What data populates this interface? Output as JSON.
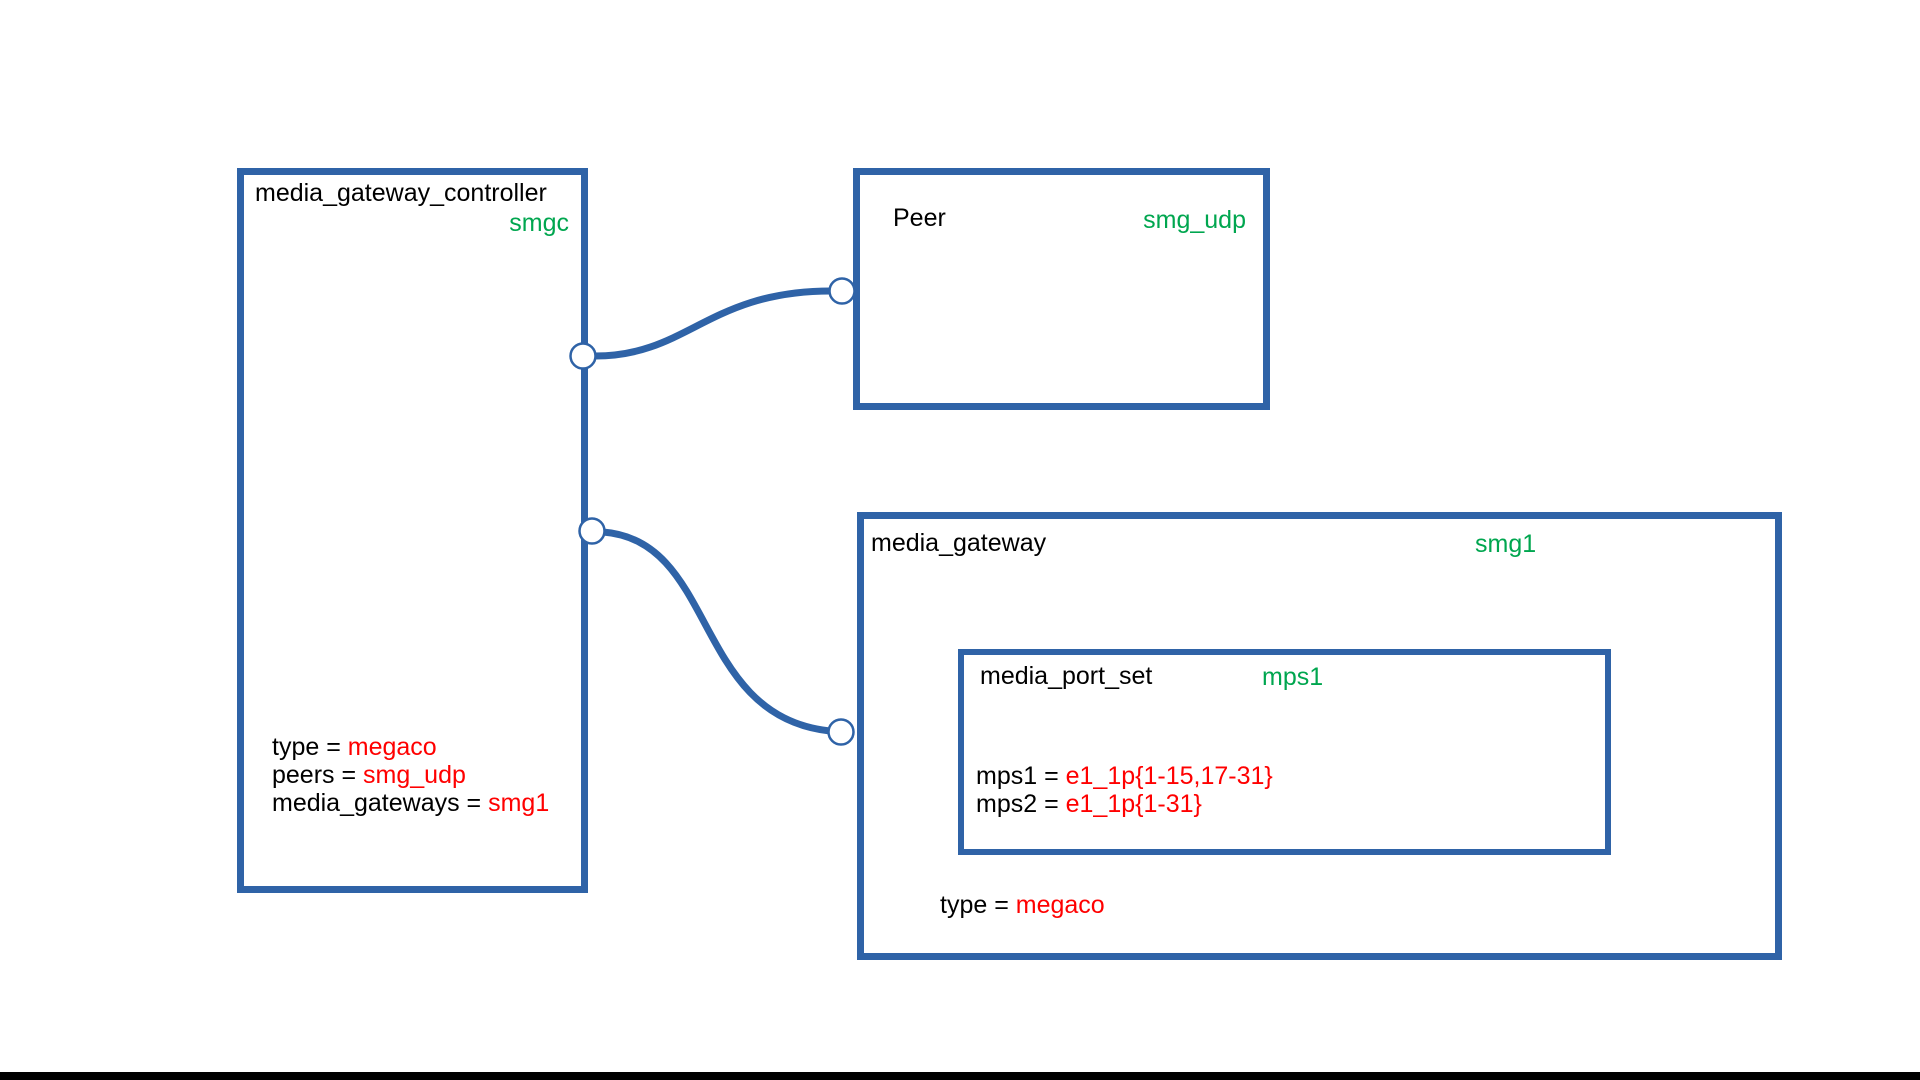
{
  "diagram": {
    "mgc": {
      "title": "media_gateway_controller",
      "instance": "smgc",
      "attrs": [
        {
          "label": "type = ",
          "value": "megaco"
        },
        {
          "label": "peers = ",
          "value": "smg_udp"
        },
        {
          "label": "media_gateways = ",
          "value": "smg1"
        }
      ]
    },
    "peer": {
      "title": "Peer",
      "instance": "smg_udp"
    },
    "mg": {
      "title": "media_gateway",
      "instance": "smg1",
      "attrs": [
        {
          "label": "type = ",
          "value": "megaco"
        }
      ]
    },
    "mps": {
      "title": "media_port_set",
      "instance": "mps1",
      "attrs": [
        {
          "label": "mps1 = ",
          "value": "e1_1p{1-15,17-31}"
        },
        {
          "label": "mps2 = ",
          "value": "e1_1p{1-31}"
        }
      ]
    }
  },
  "connections": [
    {
      "from": "smgc",
      "to": "smg_udp"
    },
    {
      "from": "smgc",
      "to": "smg1"
    }
  ],
  "colors": {
    "box_border": "#2f63a7",
    "connector": "#2f63a7",
    "instance_green": "#00a64f",
    "value_red": "#ff0000",
    "text_black": "#000000",
    "bottom_bar": "#000000"
  }
}
